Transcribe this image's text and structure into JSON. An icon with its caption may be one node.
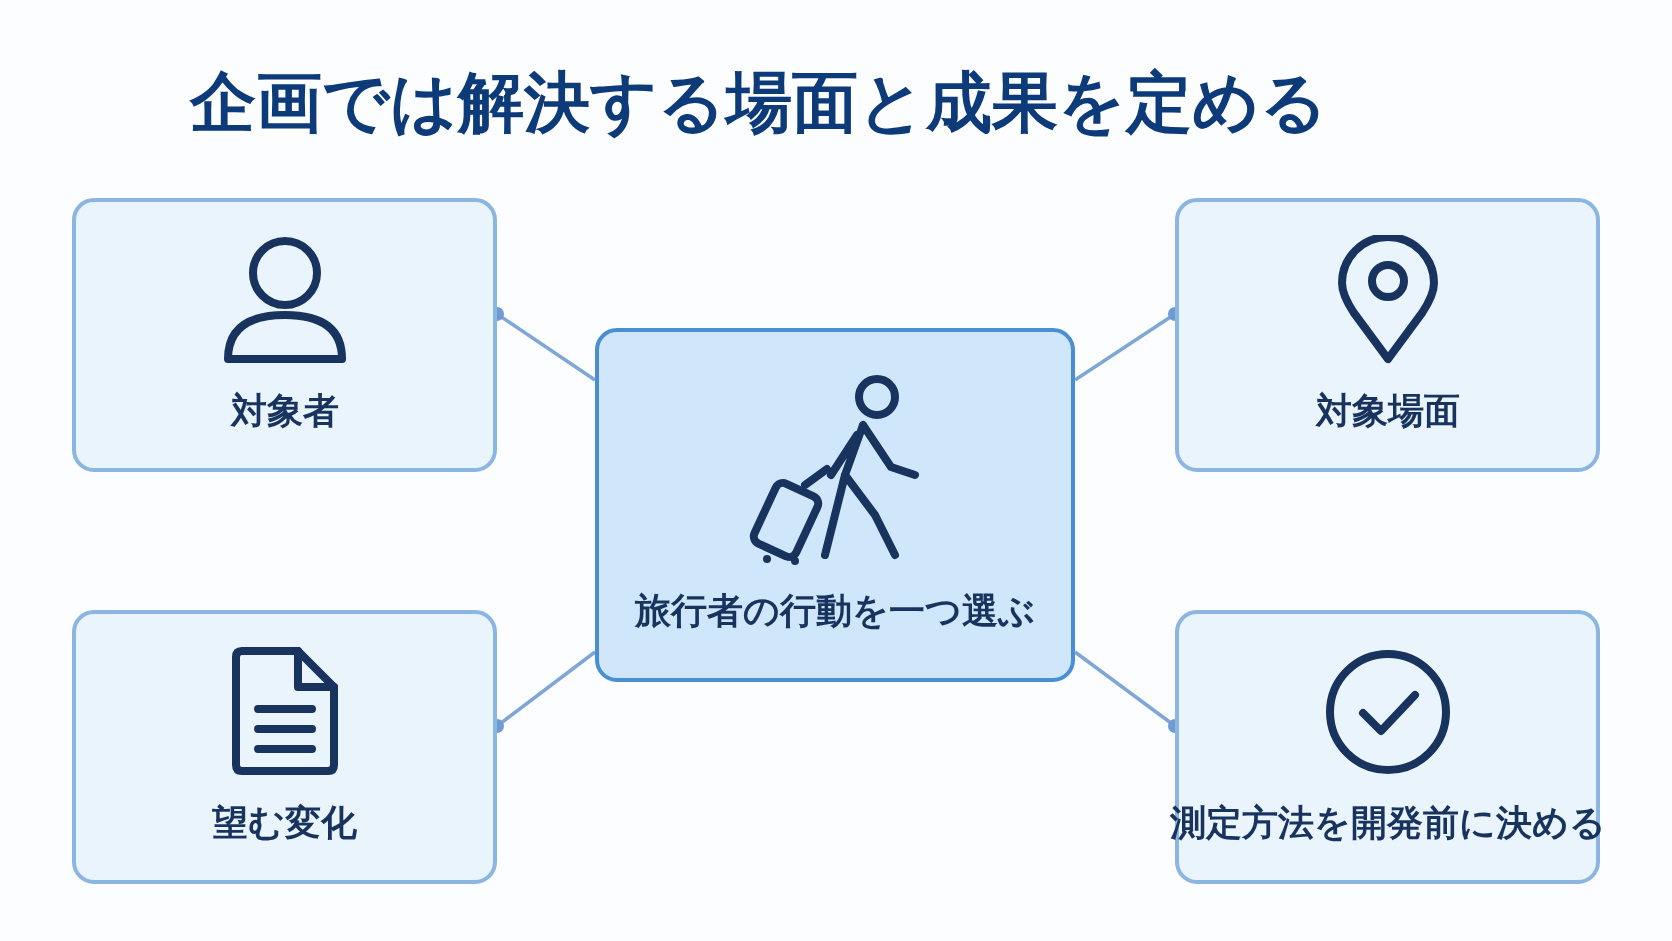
{
  "diagram": {
    "title": "企画では解決する場面と成果を定める",
    "nodes": [
      {
        "text": [
          "対象者"
        ]
      },
      {
        "text": [
          "対象場面"
        ]
      },
      {
        "text": [
          "旅行者の行動を一つ選ぶ"
        ]
      },
      {
        "text": [
          "望む変化"
        ]
      },
      {
        "text": [
          "測定方法を開発前に決める"
        ]
      }
    ],
    "edges": [
      {
        "from": 2,
        "to": 0,
        "arrow": "other"
      },
      {
        "from": 2,
        "to": 1,
        "arrow": "other"
      },
      {
        "from": 2,
        "to": 3,
        "arrow": "other"
      },
      {
        "from": 2,
        "to": 4,
        "arrow": "other"
      }
    ]
  }
}
